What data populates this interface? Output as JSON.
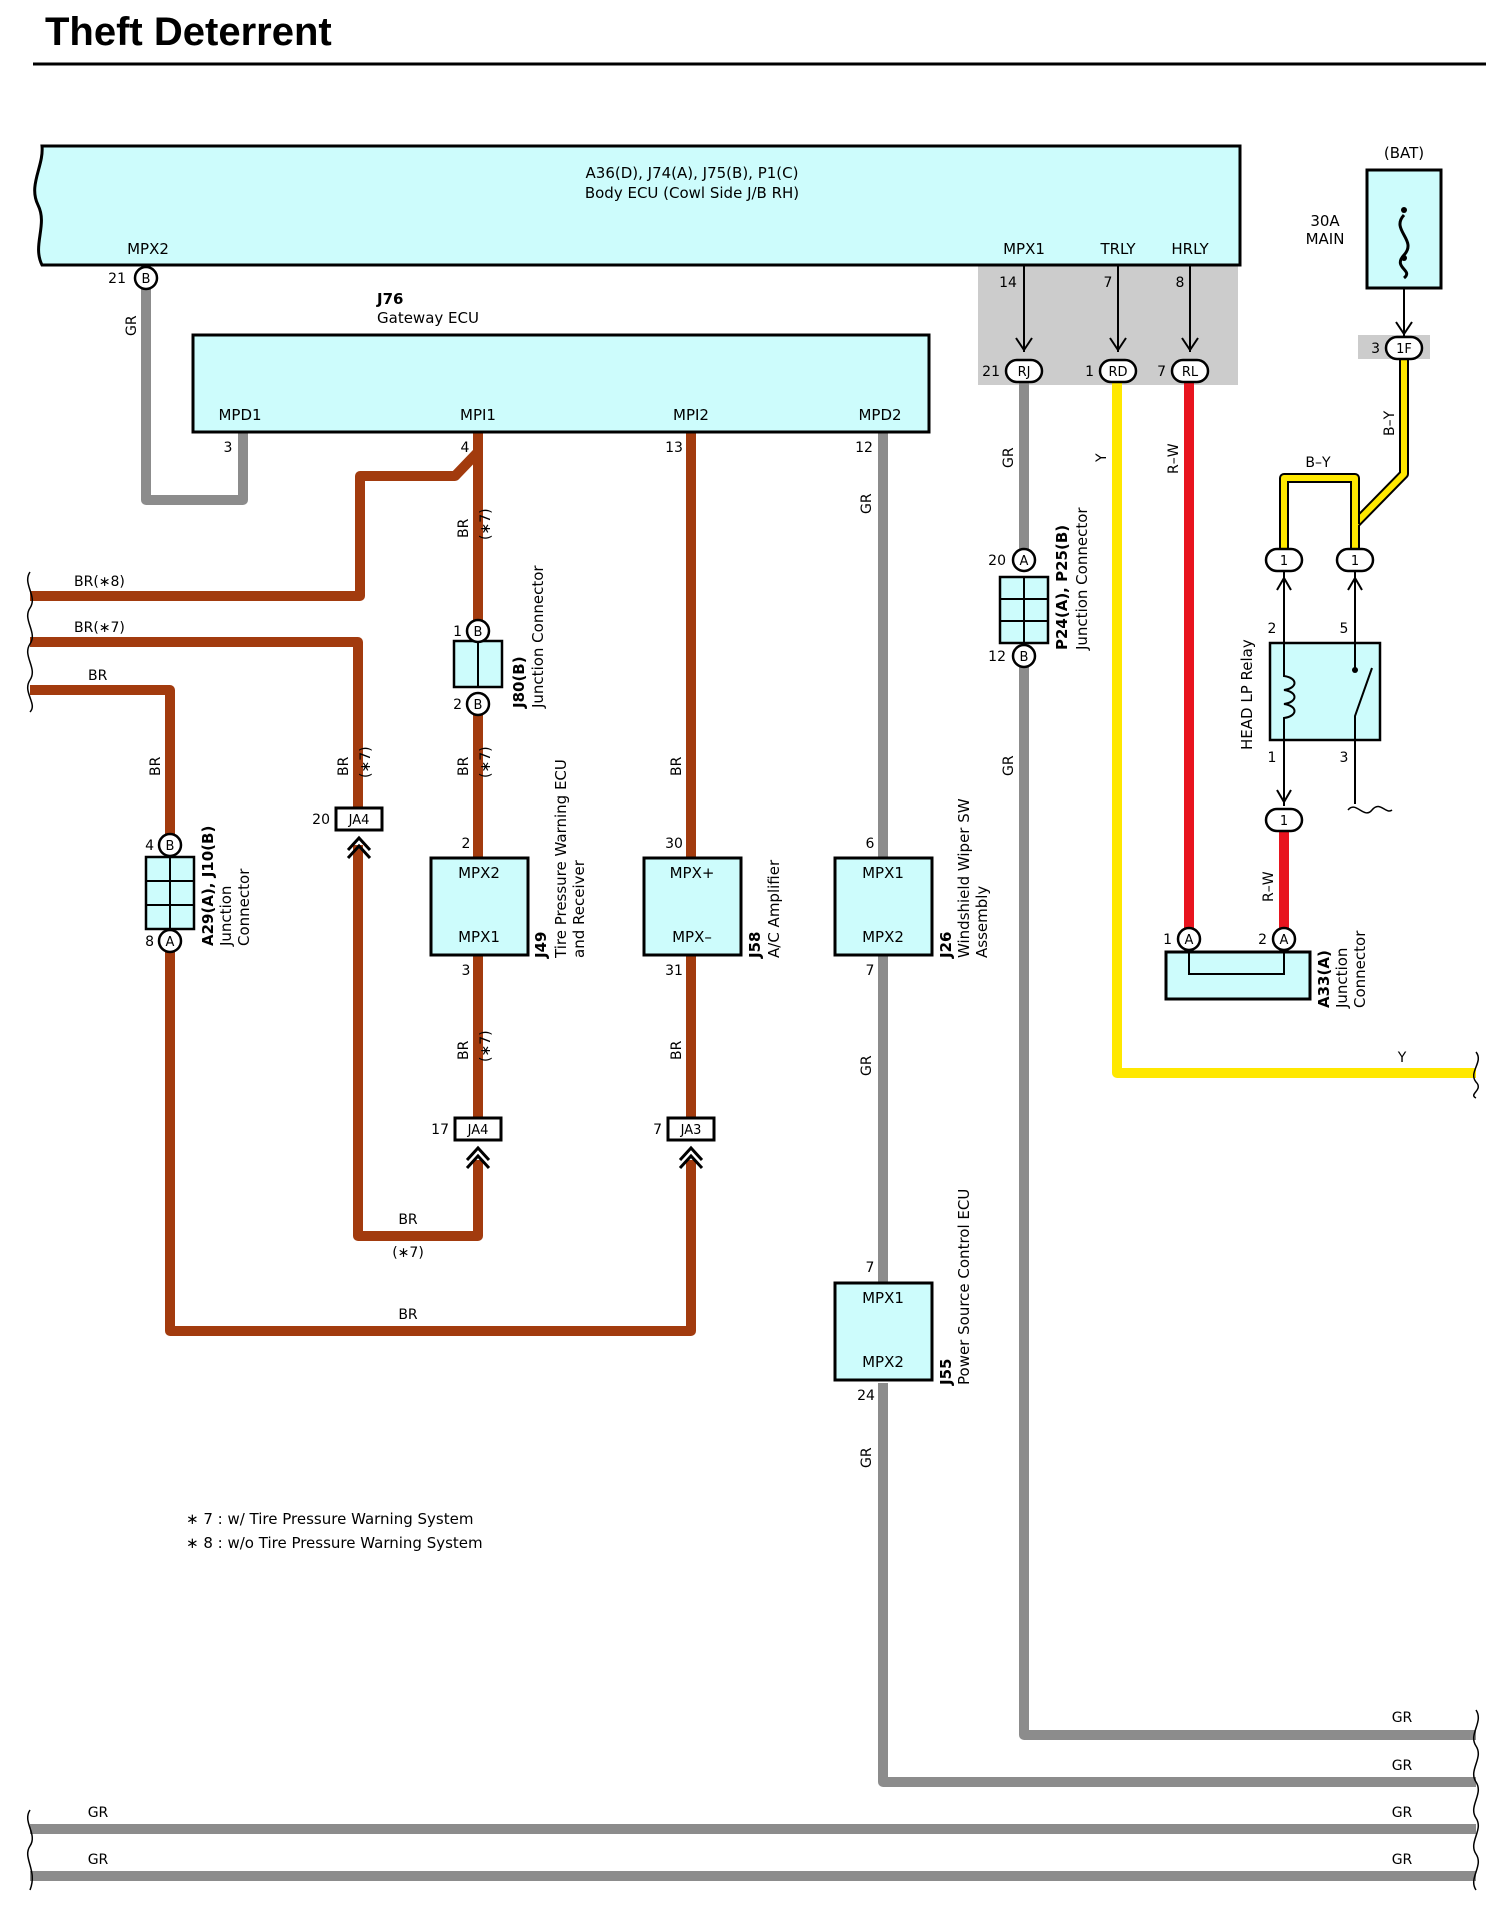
{
  "title": "Theft Deterrent",
  "components": {
    "body_ecu": {
      "code": "A36(D), J74(A), J75(B), P1(C)",
      "name": "Body ECU (Cowl Side J/B RH)",
      "terminals": [
        "MPX2",
        "MPX1",
        "TRLY",
        "HRLY"
      ],
      "pins": [
        "21",
        "14",
        "7",
        "8"
      ],
      "connector": "B"
    },
    "gateway_ecu": {
      "code": "J76",
      "name": "Gateway ECU",
      "terminals": [
        "MPD1",
        "MPI1",
        "MPI2",
        "MPD2"
      ],
      "pins": [
        "3",
        "4",
        "13",
        "12"
      ]
    },
    "j80": {
      "code": "J80(B)",
      "name": "Junction Connector",
      "pins": [
        "1",
        "2"
      ],
      "connector": "B"
    },
    "a29": {
      "code": "A29(A), J10(B)",
      "name_lines": [
        "Junction",
        "Connector"
      ],
      "pins": [
        "4",
        "8"
      ],
      "connectors": [
        "B",
        "A"
      ]
    },
    "j49": {
      "code": "J49",
      "name_lines": [
        "Tire Pressure Warning ECU",
        "and Receiver"
      ],
      "terminals": [
        "MPX2",
        "MPX1"
      ],
      "pins": [
        "2",
        "3"
      ]
    },
    "j58": {
      "code": "J58",
      "name": "A/C Amplifier",
      "terminals": [
        "MPX+",
        "MPX–"
      ],
      "pins": [
        "30",
        "31"
      ]
    },
    "j26": {
      "code": "J26",
      "name_lines": [
        "Windshield Wiper SW",
        "Assembly"
      ],
      "terminals": [
        "MPX1",
        "MPX2"
      ],
      "pins": [
        "6",
        "7"
      ]
    },
    "j55": {
      "code": "J55",
      "name": "Power Source Control ECU",
      "terminals": [
        "MPX1",
        "MPX2"
      ],
      "pins": [
        "7",
        "24"
      ]
    },
    "p24": {
      "code": "P24(A), P25(B)",
      "name": "Junction Connector",
      "pins": [
        "20",
        "12"
      ],
      "connectors": [
        "A",
        "B"
      ]
    },
    "relay": {
      "name": "HEAD LP Relay",
      "pins": [
        "2",
        "5",
        "1",
        "3"
      ]
    },
    "a33": {
      "code": "A33(A)",
      "name_lines": [
        "Junction",
        "Connector"
      ],
      "pins": [
        "1",
        "2"
      ],
      "connector": "A"
    },
    "fuse": {
      "source": "(BAT)",
      "rating": "30A",
      "name": "MAIN"
    }
  },
  "connectors": {
    "rj": {
      "label": "RJ",
      "pin": "21"
    },
    "rd": {
      "label": "RD",
      "pin": "1"
    },
    "rl": {
      "label": "RL",
      "pin": "7"
    },
    "f1": {
      "label": "1F",
      "pin": "3"
    },
    "ja4_top": {
      "label": "JA4",
      "pin": "20"
    },
    "ja4_bot": {
      "label": "JA4",
      "pin": "17"
    },
    "ja3": {
      "label": "JA3",
      "pin": "7"
    },
    "relay_pin": "1"
  },
  "wire_labels": {
    "gr": "GR",
    "br": "BR",
    "y": "Y",
    "rw": "R–W",
    "by": "B–Y",
    "br8": "BR(∗8)",
    "br7": "BR(∗7)",
    "note7": "(∗7)"
  },
  "notes": [
    "∗ 7 : w/ Tire Pressure Warning System",
    "∗ 8 : w/o Tire Pressure Warning System"
  ],
  "colors": {
    "gr": "#8c8c8c",
    "br": "#a23b0e",
    "y": "#ffe800",
    "rw": "#e8141e",
    "by": "#ffe800",
    "ecu_fill": "#cdfcfc",
    "splice_bg": "#cccccc"
  }
}
